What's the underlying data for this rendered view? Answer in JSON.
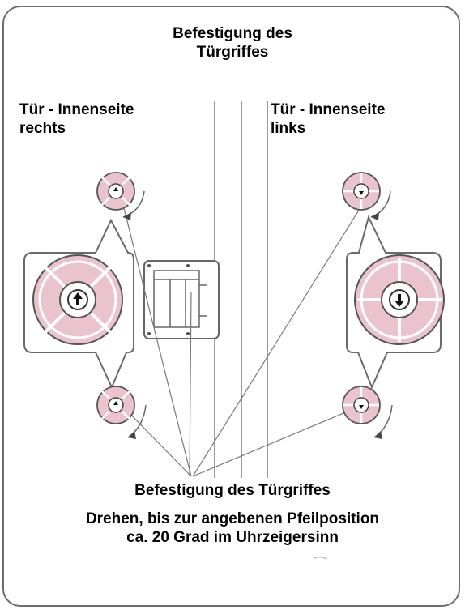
{
  "title": [
    "Befestigung des",
    "Türgriffes"
  ],
  "left_label": [
    "Tür - Innenseite",
    "rechts"
  ],
  "right_label": [
    "Tür - Innenseite",
    "links"
  ],
  "bottom_title": "Befestigung des Türgriffes",
  "instructions": [
    "Drehen, bis zur angebenen Pfeilposition",
    "ca. 20 Grad im Uhrzeigersinn"
  ],
  "colors": {
    "knob_fill": "#ebc3cf",
    "knob_stroke": "#555555",
    "line": "#7a7a7a",
    "frame": "#6d6d6d"
  },
  "icons": {
    "knob_left": "arrow-up-icon",
    "knob_right": "arrow-down-icon",
    "rotation": "clockwise-arrow-icon"
  }
}
